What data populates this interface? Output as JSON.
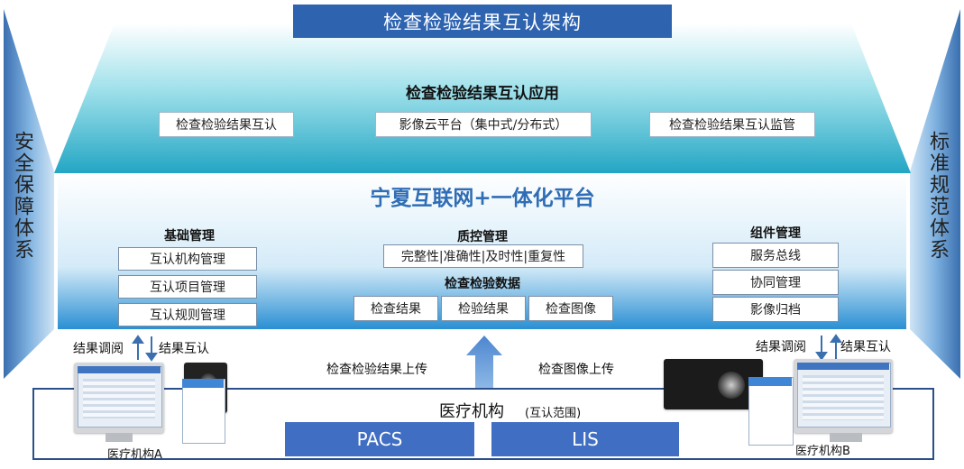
{
  "title": "检查检验结果互认架构",
  "left_pillar": "安全保障体系",
  "right_pillar": "标准规范体系",
  "app_layer": {
    "heading": "检查检验结果互认应用",
    "items": [
      "检查检验结果互认",
      "影像云平台（集中式/分布式）",
      "检查检验结果互认监管"
    ]
  },
  "platform": {
    "title": "宁夏互联网+一体化平台",
    "basic": {
      "heading": "基础管理",
      "items": [
        "互认机构管理",
        "互认项目管理",
        "互认规则管理"
      ]
    },
    "qc": {
      "heading": "质控管理",
      "text": "完整性|准确性|及时性|重复性"
    },
    "data": {
      "heading": "检查检验数据",
      "items": [
        "检查结果",
        "检验结果",
        "检查图像"
      ]
    },
    "component": {
      "heading": "组件管理",
      "items": [
        "服务总线",
        "协同管理",
        "影像归档"
      ]
    }
  },
  "flows": {
    "left_read": "结果调阅",
    "left_mutual": "结果互认",
    "right_read": "结果调阅",
    "right_mutual": "结果互认",
    "upload_results": "检查检验结果上传",
    "upload_images": "检查图像上传"
  },
  "institution": {
    "label": "医疗机构",
    "scope": "(互认范围)",
    "systems": [
      "PACS",
      "LIS"
    ],
    "a_label": "医疗机构A",
    "b_label": "医疗机构B"
  },
  "colors": {
    "title_bg": "#2e63b0",
    "platform_title": "#2f6db5",
    "system_box": "#3f6ec2"
  }
}
